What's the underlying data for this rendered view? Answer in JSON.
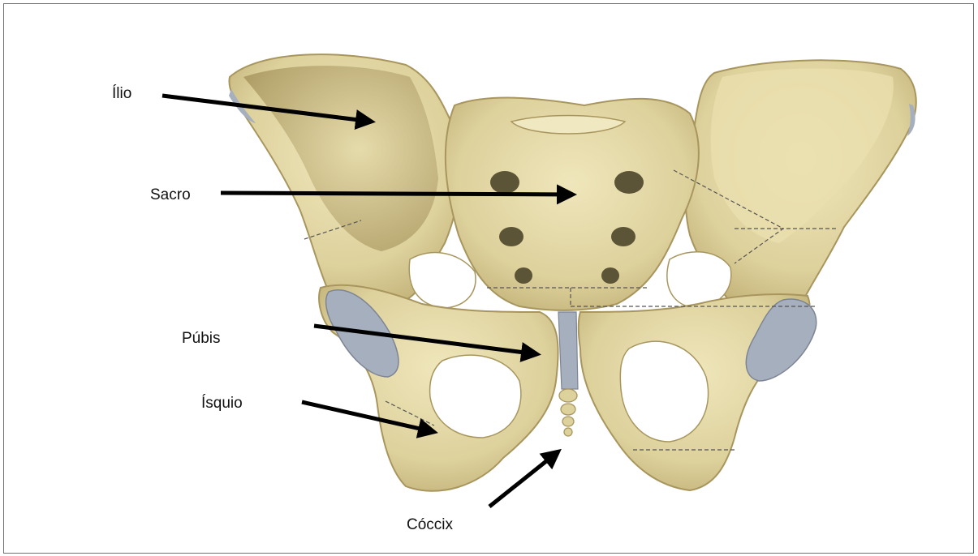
{
  "labels": {
    "ilio": "Ílio",
    "sacro": "Sacro",
    "pubis": "Púbis",
    "isquio": "Ísquio",
    "coccix": "Cóccix"
  },
  "colors": {
    "bone": "#ddd19c",
    "bone_light": "#ece3b6",
    "bone_shadow": "#b8a66b",
    "cartilage": "#a6afbd",
    "arrow": "#000000",
    "frame": "#6f6f6f"
  }
}
